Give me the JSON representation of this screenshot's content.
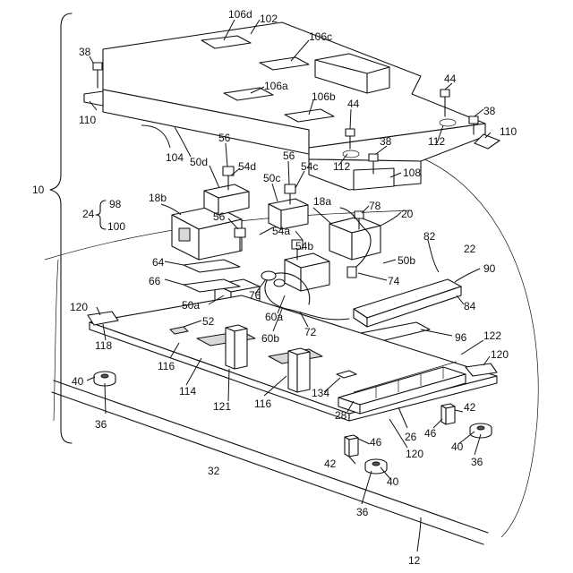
{
  "labels": {
    "l10": "10",
    "l12": "12",
    "l18a": "18a",
    "l18b": "18b",
    "l20": "20",
    "l22": "22",
    "l24": "24",
    "l26": "26",
    "l28": "28",
    "l32": "32",
    "l36a": "36",
    "l36b": "36",
    "l36c": "36",
    "l38a": "38",
    "l38b": "38",
    "l38c": "38",
    "l40a": "40",
    "l40b": "40",
    "l40c": "40",
    "l42a": "42",
    "l42b": "42",
    "l44a": "44",
    "l44b": "44",
    "l46a": "46",
    "l46b": "46",
    "l50a": "50a",
    "l50b": "50b",
    "l50c": "50c",
    "l50d": "50d",
    "l52": "52",
    "l54a": "54a",
    "l54b": "54b",
    "l54c": "54c",
    "l54d": "54d",
    "l56a": "56",
    "l56b": "56",
    "l56c": "56",
    "l60a": "60a",
    "l60b": "60b",
    "l64": "64",
    "l66": "66",
    "l72": "72",
    "l74": "74",
    "l76": "76",
    "l78": "78",
    "l82": "82",
    "l84": "84",
    "l90": "90",
    "l96": "96",
    "l98": "98",
    "l100": "100",
    "l102": "102",
    "l104": "104",
    "l106a": "106a",
    "l106b": "106b",
    "l106c": "106c",
    "l106d": "106d",
    "l108": "108",
    "l110a": "110",
    "l110b": "110",
    "l112a": "112",
    "l112b": "112",
    "l114": "114",
    "l116a": "116",
    "l116b": "116",
    "l118": "118",
    "l120a": "120",
    "l120b": "120",
    "l120c": "120",
    "l121": "121",
    "l122": "122",
    "l134": "134"
  }
}
